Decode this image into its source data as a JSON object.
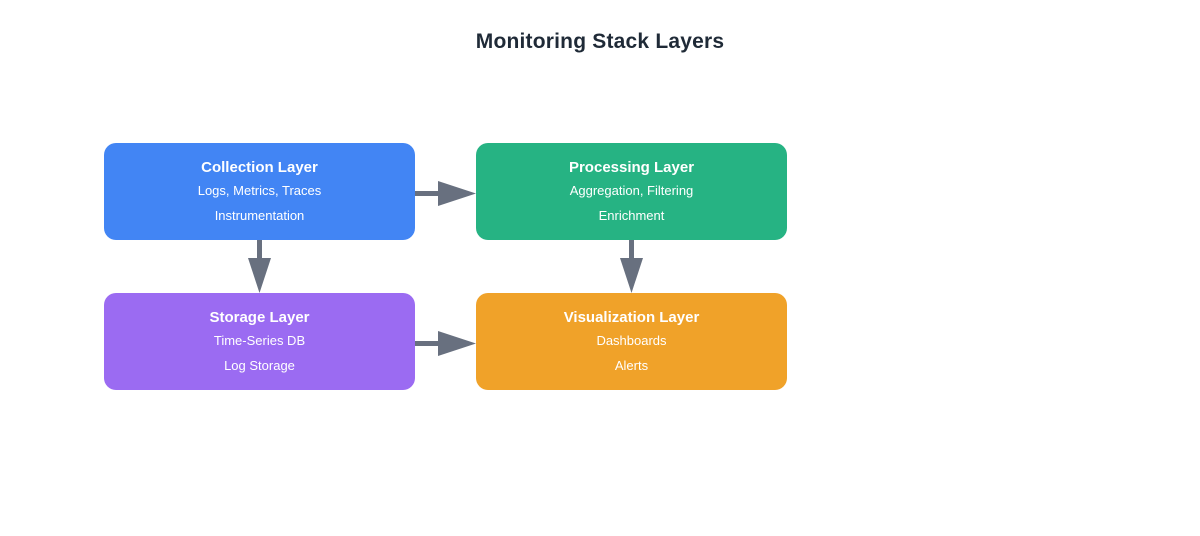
{
  "diagram": {
    "title": "Monitoring Stack Layers",
    "background_color": "#ffffff",
    "title_color": "#1f2a37",
    "arrow_color": "#68707f",
    "nodes": [
      {
        "id": "collection",
        "title": "Collection Layer",
        "line1": "Logs, Metrics, Traces",
        "line2": "Instrumentation",
        "color": "#4285f4",
        "text_color": "#ffffff"
      },
      {
        "id": "processing",
        "title": "Processing Layer",
        "line1": "Aggregation, Filtering",
        "line2": "Enrichment",
        "color": "#26b383",
        "text_color": "#ffffff"
      },
      {
        "id": "storage",
        "title": "Storage Layer",
        "line1": "Time-Series DB",
        "line2": "Log Storage",
        "color": "#9b6bf2",
        "text_color": "#ffffff"
      },
      {
        "id": "visualization",
        "title": "Visualization Layer",
        "line1": "Dashboards",
        "line2": "Alerts",
        "color": "#f0a229",
        "text_color": "#ffffff"
      }
    ],
    "edges": [
      {
        "id": "collection-to-processing",
        "from": "collection",
        "to": "processing",
        "direction": "right"
      },
      {
        "id": "collection-to-storage",
        "from": "collection",
        "to": "storage",
        "direction": "down"
      },
      {
        "id": "processing-to-visualization",
        "from": "processing",
        "to": "visualization",
        "direction": "down"
      },
      {
        "id": "storage-to-visualization",
        "from": "storage",
        "to": "visualization",
        "direction": "right"
      }
    ]
  }
}
